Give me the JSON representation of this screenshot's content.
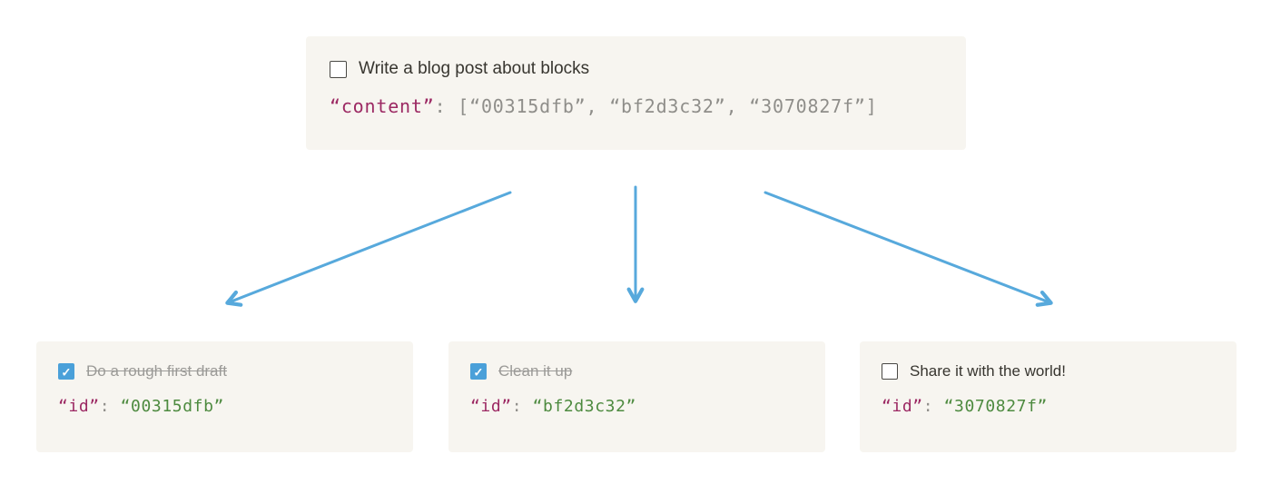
{
  "colors": {
    "page_bg": "#ffffff",
    "card_bg": "#f7f5f0",
    "text": "#37352f",
    "muted_strikethrough": "#9b9a97",
    "code_key_maroon": "#9c2963",
    "code_plain_gray": "#8f8e8a",
    "code_value_green": "#4d8a3f",
    "arrow_blue": "#57a9dc",
    "checkbox_checked_blue": "#4aa0d9"
  },
  "icons": {
    "check": "✓"
  },
  "parent": {
    "checked": false,
    "title": "Write a blog post about blocks",
    "code": {
      "key": "“content”",
      "colon": ": ",
      "value": "[“00315dfb”, “bf2d3c32”, “3070827f”]"
    }
  },
  "children": [
    {
      "checked": true,
      "title": "Do a rough first draft",
      "code": {
        "key": "“id”",
        "colon": ": ",
        "value": "“00315dfb”"
      }
    },
    {
      "checked": true,
      "title": "Clean it up",
      "code": {
        "key": "“id”",
        "colon": ": ",
        "value": "“bf2d3c32”"
      }
    },
    {
      "checked": false,
      "title": "Share it with the world!",
      "code": {
        "key": "“id”",
        "colon": ": ",
        "value": "“3070827f”"
      }
    }
  ]
}
